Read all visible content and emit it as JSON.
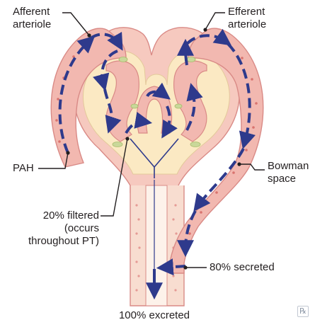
{
  "labels": {
    "afferent_arteriole": "Afferent arteriole",
    "efferent_arteriole": "Efferent arteriole",
    "pah": "PAH",
    "bowman_space": "Bowman space",
    "filtered": "20% filtered (occurs throughout PT)",
    "secreted": "80% secreted",
    "excreted": "100% excreted"
  },
  "label_lines": {
    "afferent_arteriole": [
      "Afferent",
      "arteriole"
    ],
    "efferent_arteriole": [
      "Efferent",
      "arteriole"
    ],
    "bowman_space": [
      "Bowman",
      "space"
    ],
    "filtered": [
      "20% filtered",
      "(occurs",
      "throughout PT)"
    ]
  },
  "logo_text": "℞",
  "colors": {
    "vessel_fill": "#f2b8b0",
    "vessel_stroke": "#d98a86",
    "bowman_fill": "#fbe9c3",
    "tubule_fill": "#f8ddd0",
    "arrow": "#2e3a8c",
    "leader_line": "#231f20"
  },
  "icons": [
    "flow-arrow-icon",
    "prescription-logo-icon"
  ]
}
